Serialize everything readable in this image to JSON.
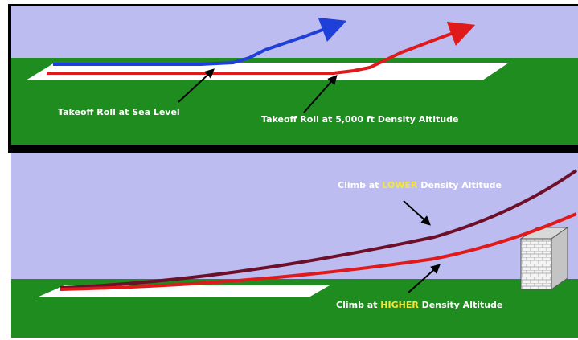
{
  "top_panel": {
    "label_sea_level": "Takeoff Roll at Sea Level",
    "label_5000": "Takeoff Roll at 5,000 ft Density Altitude"
  },
  "bottom_panel": {
    "lower_label": {
      "prefix": "Climb at ",
      "highlight": "LOWER",
      "suffix": " Density Altitude"
    },
    "higher_label": {
      "prefix": "Climb at ",
      "highlight": "HIGHER",
      "suffix": " Density Altitude"
    }
  },
  "colors": {
    "sky": "#bcbcf0",
    "ground": "#1f8c1f",
    "runway": "#ffffff",
    "border": "#000000",
    "sea_level_path": "#1e3fd8",
    "high_da_path": "#e01a1a",
    "lower_da_climb": "#6e0f2a",
    "higher_da_climb": "#e01a1a",
    "highlight_text": "#f5e63a",
    "label_text": "#ffffff"
  }
}
